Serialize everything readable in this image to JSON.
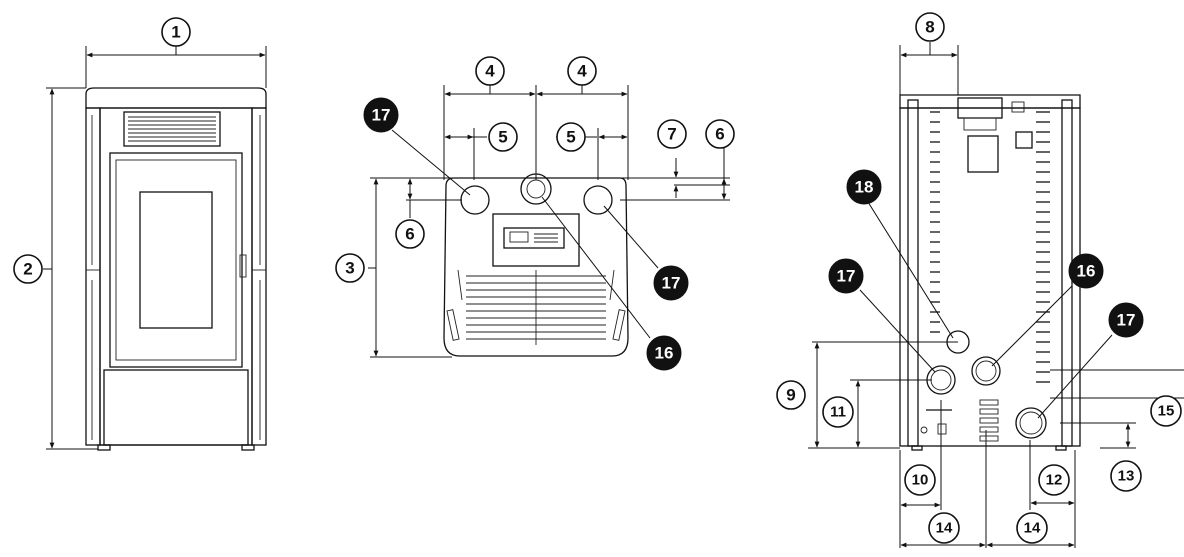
{
  "diagram": {
    "views": [
      "front-view",
      "top-view",
      "rear-view"
    ],
    "callouts": [
      {
        "id": "c1",
        "label": "1",
        "style": "outlined"
      },
      {
        "id": "c2",
        "label": "2",
        "style": "outlined"
      },
      {
        "id": "c3",
        "label": "3",
        "style": "outlined"
      },
      {
        "id": "c4a",
        "label": "4",
        "style": "outlined"
      },
      {
        "id": "c4b",
        "label": "4",
        "style": "outlined"
      },
      {
        "id": "c5a",
        "label": "5",
        "style": "outlined"
      },
      {
        "id": "c5b",
        "label": "5",
        "style": "outlined"
      },
      {
        "id": "c6a",
        "label": "6",
        "style": "outlined"
      },
      {
        "id": "c6b",
        "label": "6",
        "style": "outlined"
      },
      {
        "id": "c7",
        "label": "7",
        "style": "outlined"
      },
      {
        "id": "c8",
        "label": "8",
        "style": "outlined"
      },
      {
        "id": "c9",
        "label": "9",
        "style": "outlined"
      },
      {
        "id": "c10",
        "label": "10",
        "style": "outlined"
      },
      {
        "id": "c11",
        "label": "11",
        "style": "outlined"
      },
      {
        "id": "c12",
        "label": "12",
        "style": "outlined"
      },
      {
        "id": "c13",
        "label": "13",
        "style": "outlined"
      },
      {
        "id": "c14a",
        "label": "14",
        "style": "outlined"
      },
      {
        "id": "c14b",
        "label": "14",
        "style": "outlined"
      },
      {
        "id": "c15",
        "label": "15",
        "style": "outlined"
      },
      {
        "id": "c16a",
        "label": "16",
        "style": "filled"
      },
      {
        "id": "c16b",
        "label": "16",
        "style": "filled"
      },
      {
        "id": "c17a",
        "label": "17",
        "style": "filled"
      },
      {
        "id": "c17b",
        "label": "17",
        "style": "filled"
      },
      {
        "id": "c17c",
        "label": "17",
        "style": "filled"
      },
      {
        "id": "c17d",
        "label": "17",
        "style": "filled"
      },
      {
        "id": "c18",
        "label": "18",
        "style": "filled"
      }
    ],
    "colors": {
      "line": "#111111",
      "filled_callout": "#111111",
      "background": "#ffffff"
    }
  }
}
